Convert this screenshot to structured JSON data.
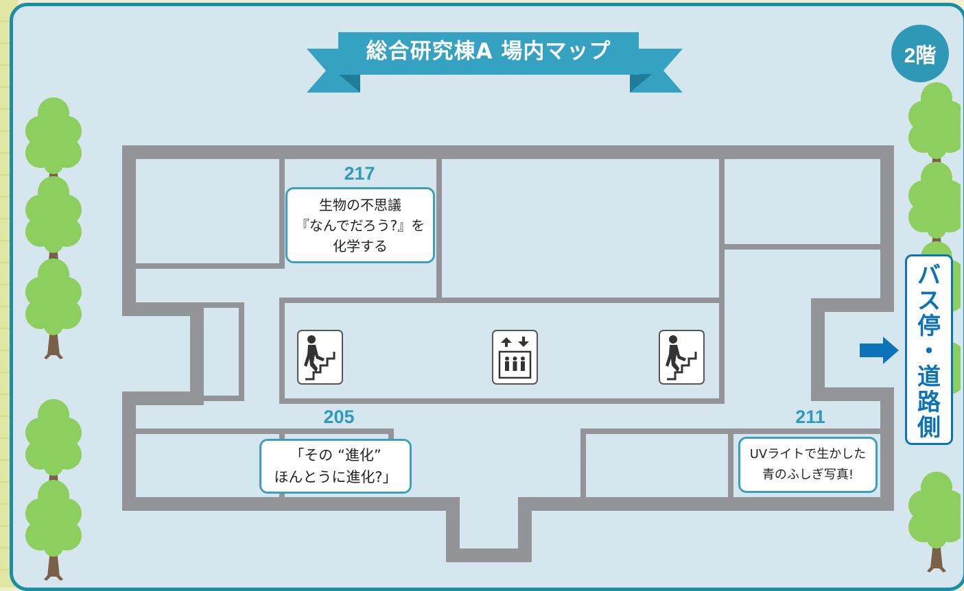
{
  "title": "総合研究棟A 場内マップ",
  "floor": "2階",
  "direction_label": [
    "バ",
    "ス",
    "停",
    "・",
    "道",
    "路",
    "側"
  ],
  "rooms": [
    {
      "number": "217",
      "lines": [
        "生物の不思議",
        "『なんでだろう?』を",
        "化学する"
      ]
    },
    {
      "number": "205",
      "lines": [
        "「その “進化”",
        "ほんとうに進化?」"
      ]
    },
    {
      "number": "211",
      "lines": [
        "UVライトで生かした",
        "青のふしぎ写真!"
      ]
    }
  ],
  "icons": [
    "stairs-icon",
    "elevator-icon",
    "stairs-icon"
  ],
  "colors": {
    "frame": "#1a8ea4",
    "background": "#d6e6ee",
    "walls": "#939497",
    "ribbon": "#35a2c1",
    "room_number": "#2e9bbc",
    "arrow": "#0d73b8",
    "tree_foliage": "#8dcf5f",
    "tree_trunk": "#7a6048"
  }
}
